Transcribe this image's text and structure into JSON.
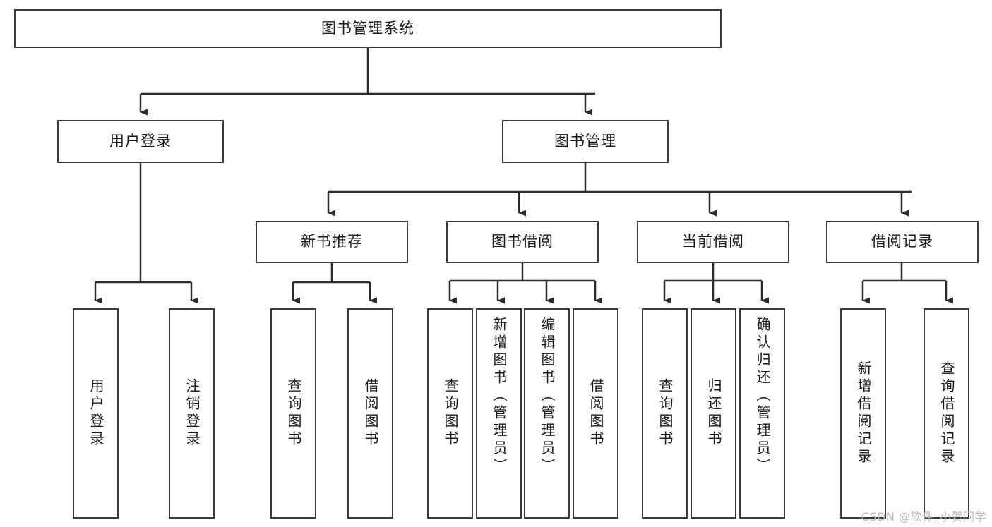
{
  "diagram": {
    "type": "tree",
    "title": "图书管理系统",
    "watermark": "CSDN @软件_小贺同学",
    "colors": {
      "box_border": "#3a3a3a",
      "box_fill": "#ffffff",
      "connector": "#2b2b2b",
      "text": "#1a1a1a",
      "watermark": "#b9b9b9"
    },
    "root": {
      "label": "图书管理系统"
    },
    "level2": [
      {
        "label": "用户登录"
      },
      {
        "label": "图书管理"
      }
    ],
    "level3": [
      {
        "label": "新书推荐"
      },
      {
        "label": "图书借阅"
      },
      {
        "label": "当前借阅"
      },
      {
        "label": "借阅记录"
      }
    ],
    "leaves": {
      "user_login": [
        {
          "label": "用户登录"
        },
        {
          "label": "注销登录"
        }
      ],
      "new_book_recommend": [
        {
          "label": "查询图书"
        },
        {
          "label": "借阅图书"
        }
      ],
      "book_borrow": [
        {
          "label": "查询图书"
        },
        {
          "label": "新增图书（管理员）"
        },
        {
          "label": "编辑图书（管理员）"
        },
        {
          "label": "借阅图书"
        }
      ],
      "current_borrow": [
        {
          "label": "查询图书"
        },
        {
          "label": "归还图书"
        },
        {
          "label": "确认归还（管理员）"
        }
      ],
      "borrow_record": [
        {
          "label": "新增借阅记录"
        },
        {
          "label": "查询借阅记录"
        }
      ]
    }
  }
}
